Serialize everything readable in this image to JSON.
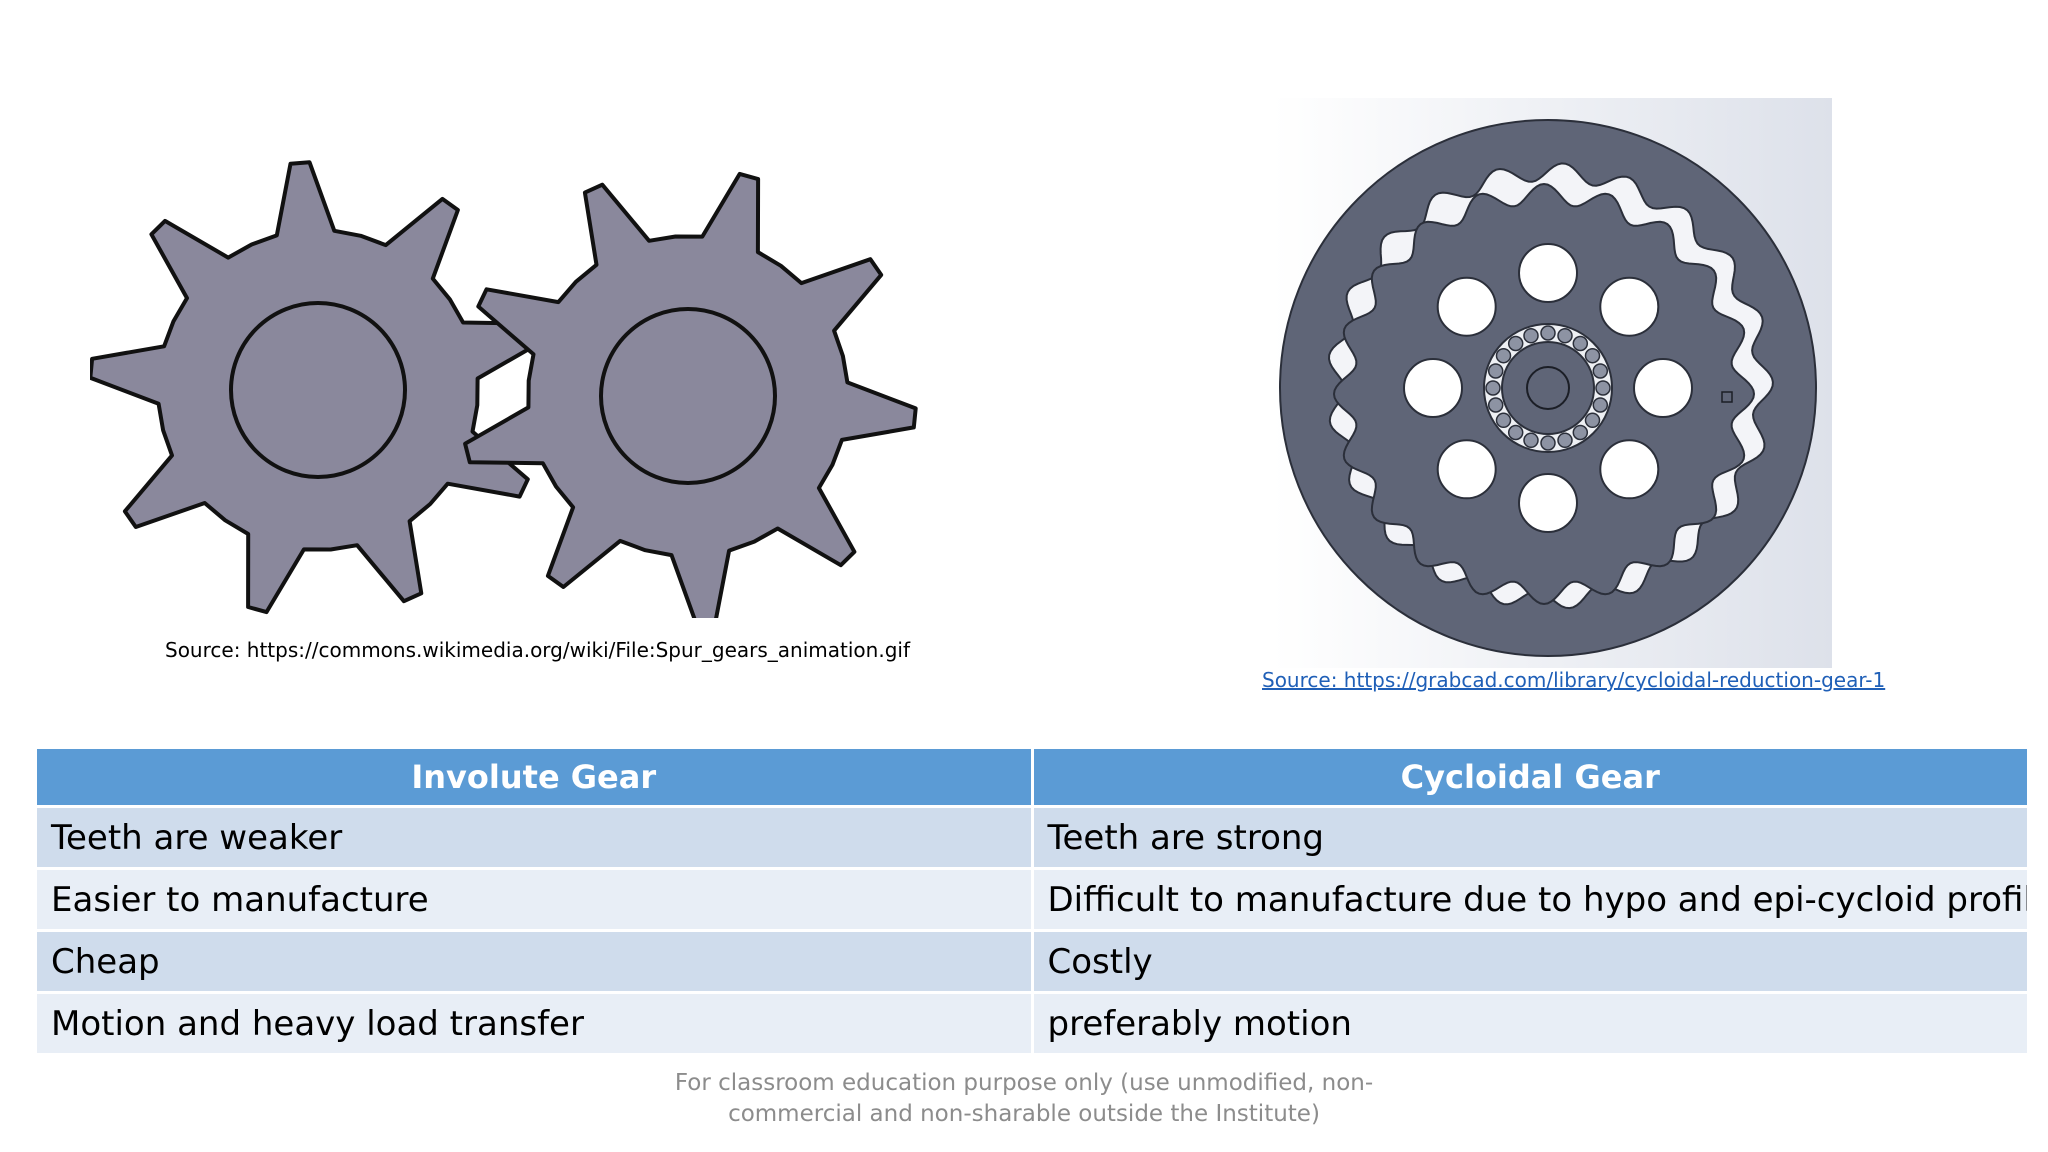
{
  "figures": {
    "left_caption": "Source: https://commons.wikimedia.org/wiki/File:Spur_gears_animation.gif",
    "right_caption": "Source: https://grabcad.com/library/cycloidal-reduction-gear-1"
  },
  "table": {
    "headers": [
      "Involute Gear",
      "Cycloidal Gear"
    ],
    "rows": [
      [
        "Teeth are weaker",
        "Teeth are strong"
      ],
      [
        "Easier to manufacture",
        "Difficult to manufacture due to hypo and epi-cycloid profiles"
      ],
      [
        "Cheap",
        "Costly"
      ],
      [
        "Motion and heavy load transfer",
        "preferably motion"
      ]
    ]
  },
  "footer": {
    "line1": "For classroom education purpose only (use unmodified, non-",
    "line2": "commercial and non-sharable outside the Institute)"
  },
  "colors": {
    "header_bg": "#5b9bd5",
    "row_dark": "#cfdcec",
    "row_light": "#e8eef6",
    "gear_fill": "#8a889c",
    "cycloid_disc": "#5f6577",
    "link": "#1f5fb7"
  }
}
